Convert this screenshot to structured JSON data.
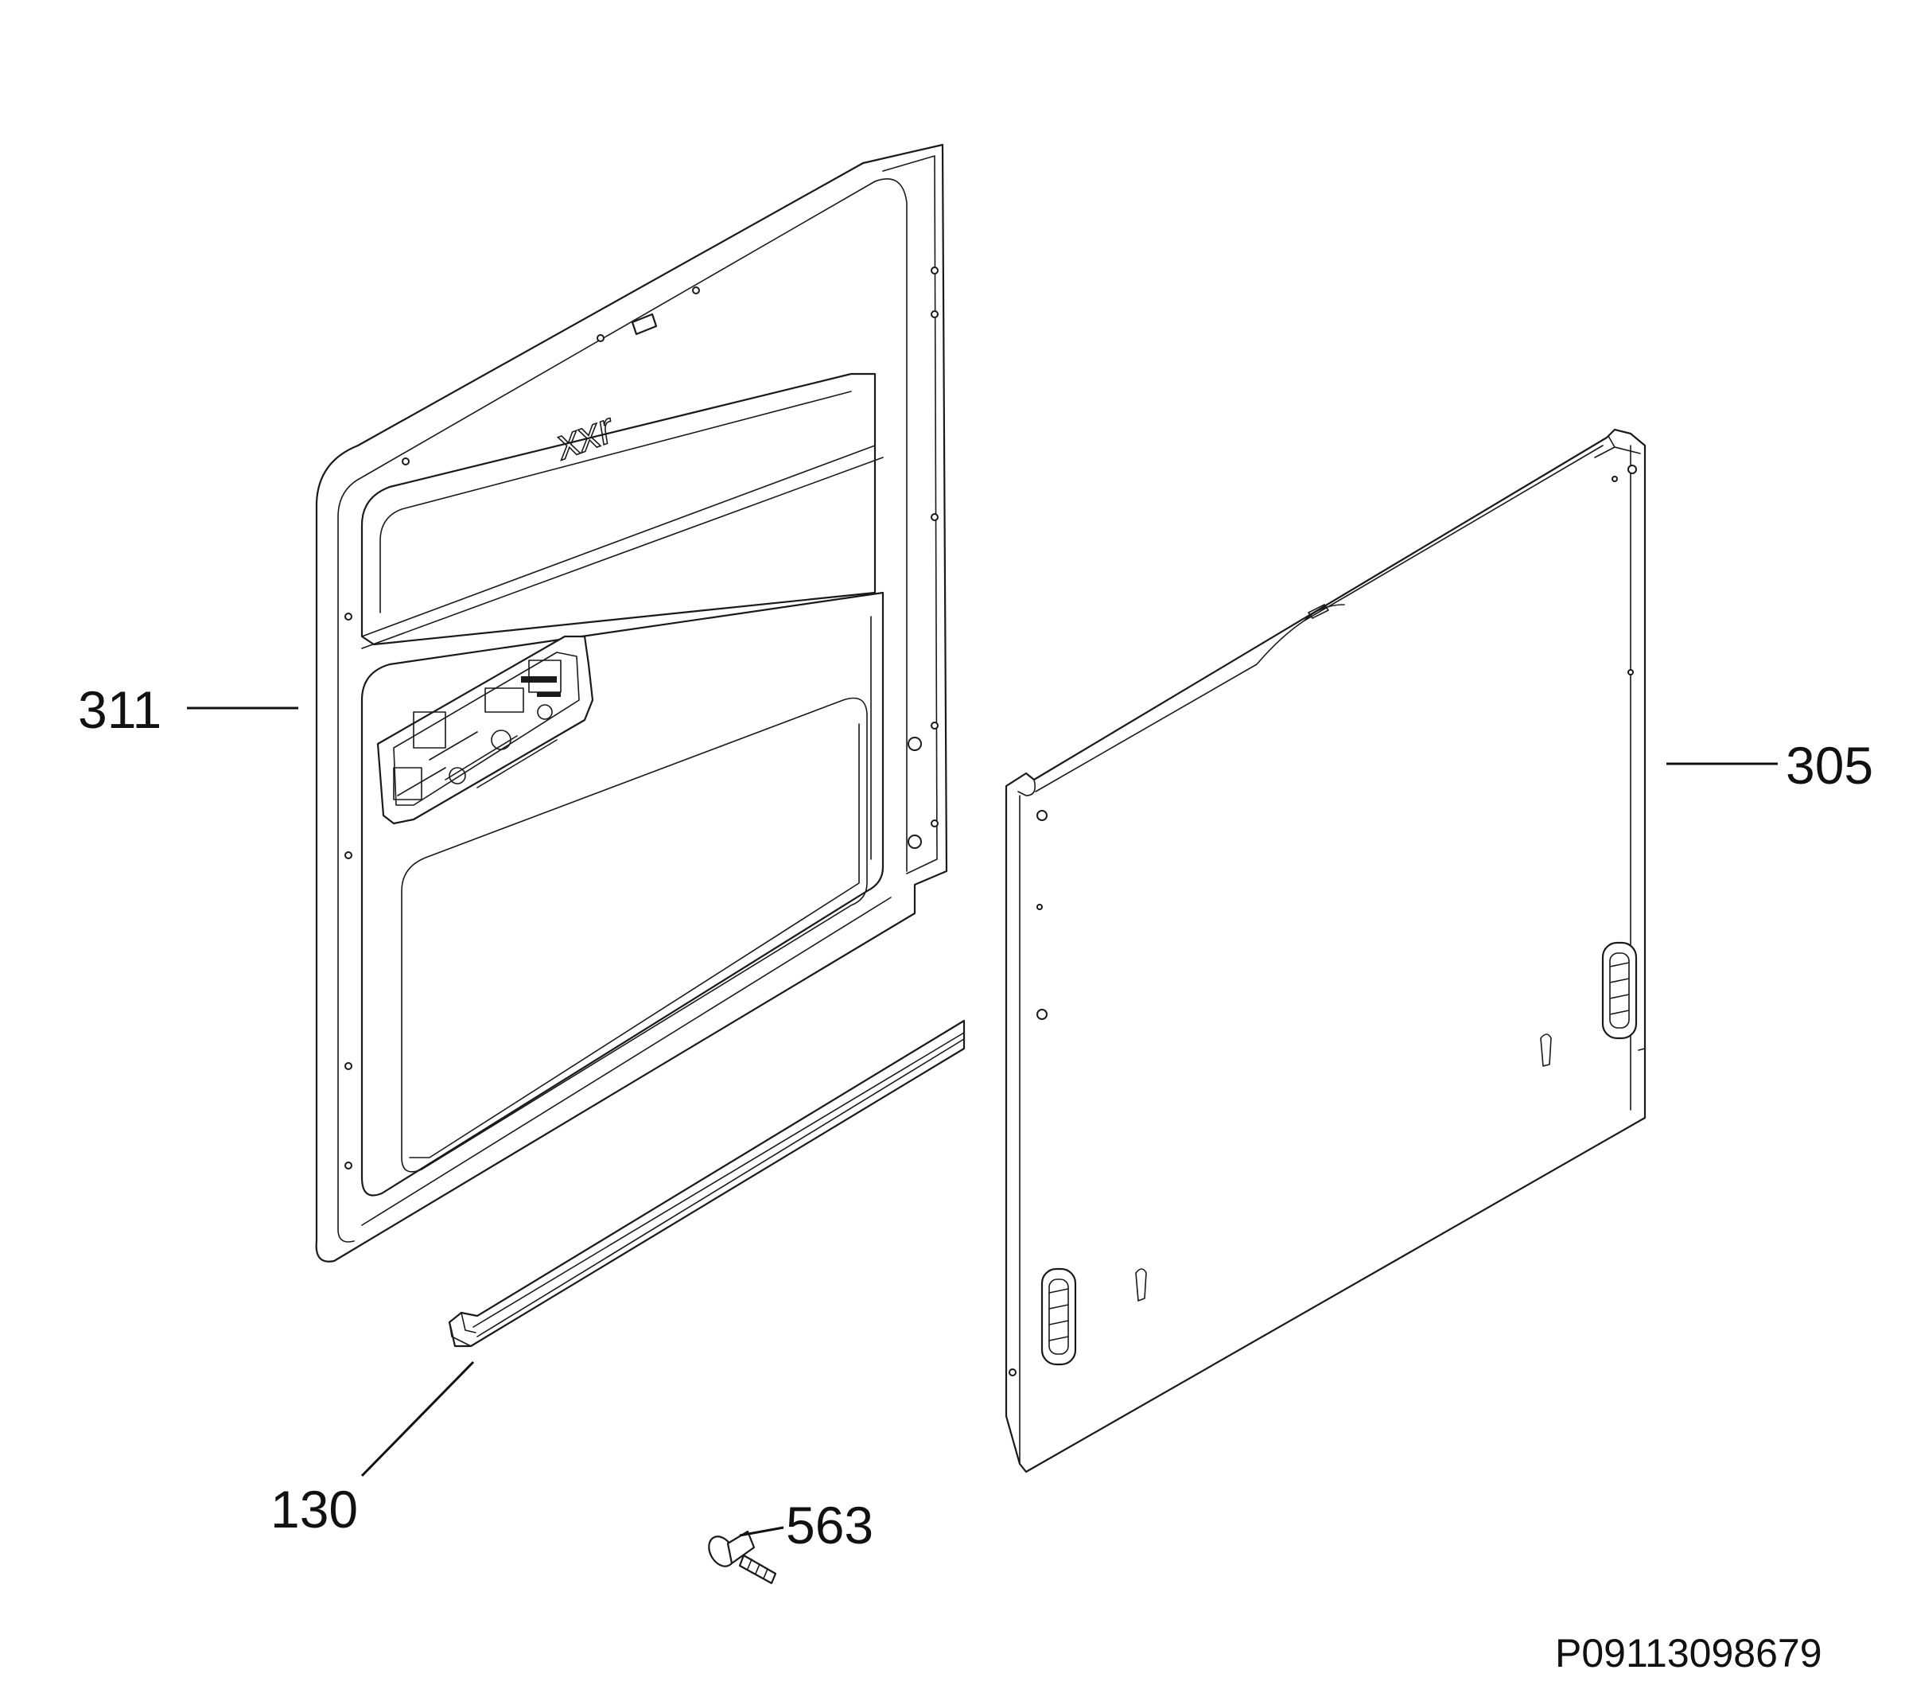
{
  "callouts": {
    "p311": "311",
    "p305": "305",
    "p130": "130",
    "p563": "563"
  },
  "drawing_code": "P09113098679",
  "inner_door_mark": "xxr",
  "colors": {
    "line": "#1a1a1a",
    "background": "#ffffff"
  }
}
